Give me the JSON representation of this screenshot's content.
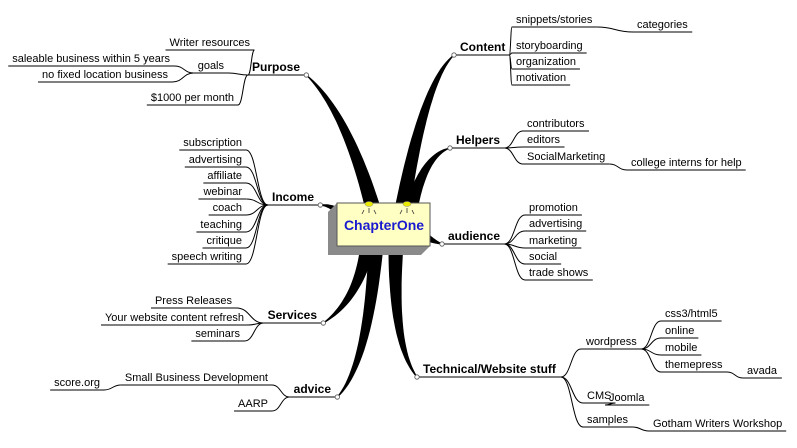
{
  "center": "ChapterOne",
  "purpose": {
    "label": "Purpose",
    "writer_resources": "Writer resources",
    "goals": {
      "label": "goals",
      "saleable": "saleable business within 5 years",
      "no_fixed": "no fixed location business"
    },
    "income_goal": "$1000 per month"
  },
  "income": {
    "label": "Income",
    "items": [
      "subscription",
      "advertising",
      "affiliate",
      "webinar",
      "coach",
      "teaching",
      "critique",
      "speech writing"
    ]
  },
  "services": {
    "label": "Services",
    "items": [
      "Press Releases",
      "Your website content refresh",
      "seminars"
    ]
  },
  "advice": {
    "label": "advice",
    "sbd": "Small Business Development",
    "score": "score.org",
    "aarp": "AARP"
  },
  "content": {
    "label": "Content",
    "snippets": "snippets/stories",
    "categories": "categories",
    "items": [
      "storyboarding",
      "organization",
      "motivation"
    ]
  },
  "helpers": {
    "label": "Helpers",
    "contributors": "contributors",
    "editors": "editors",
    "social": "SocialMarketing",
    "interns": "college interns for help"
  },
  "audience": {
    "label": "audience",
    "items": [
      "promotion",
      "advertising",
      "marketing",
      "social",
      "trade shows"
    ]
  },
  "technical": {
    "label": "Technical/Website stuff",
    "wordpress": {
      "label": "wordpress",
      "items": [
        "css3/html5",
        "online",
        "mobile"
      ],
      "themepress": "themepress",
      "avada": "avada"
    },
    "cms": {
      "label": "CMS",
      "joomla": "Joomla"
    },
    "samples": {
      "label": "samples",
      "gotham": "Gotham Writers Workshop"
    }
  }
}
